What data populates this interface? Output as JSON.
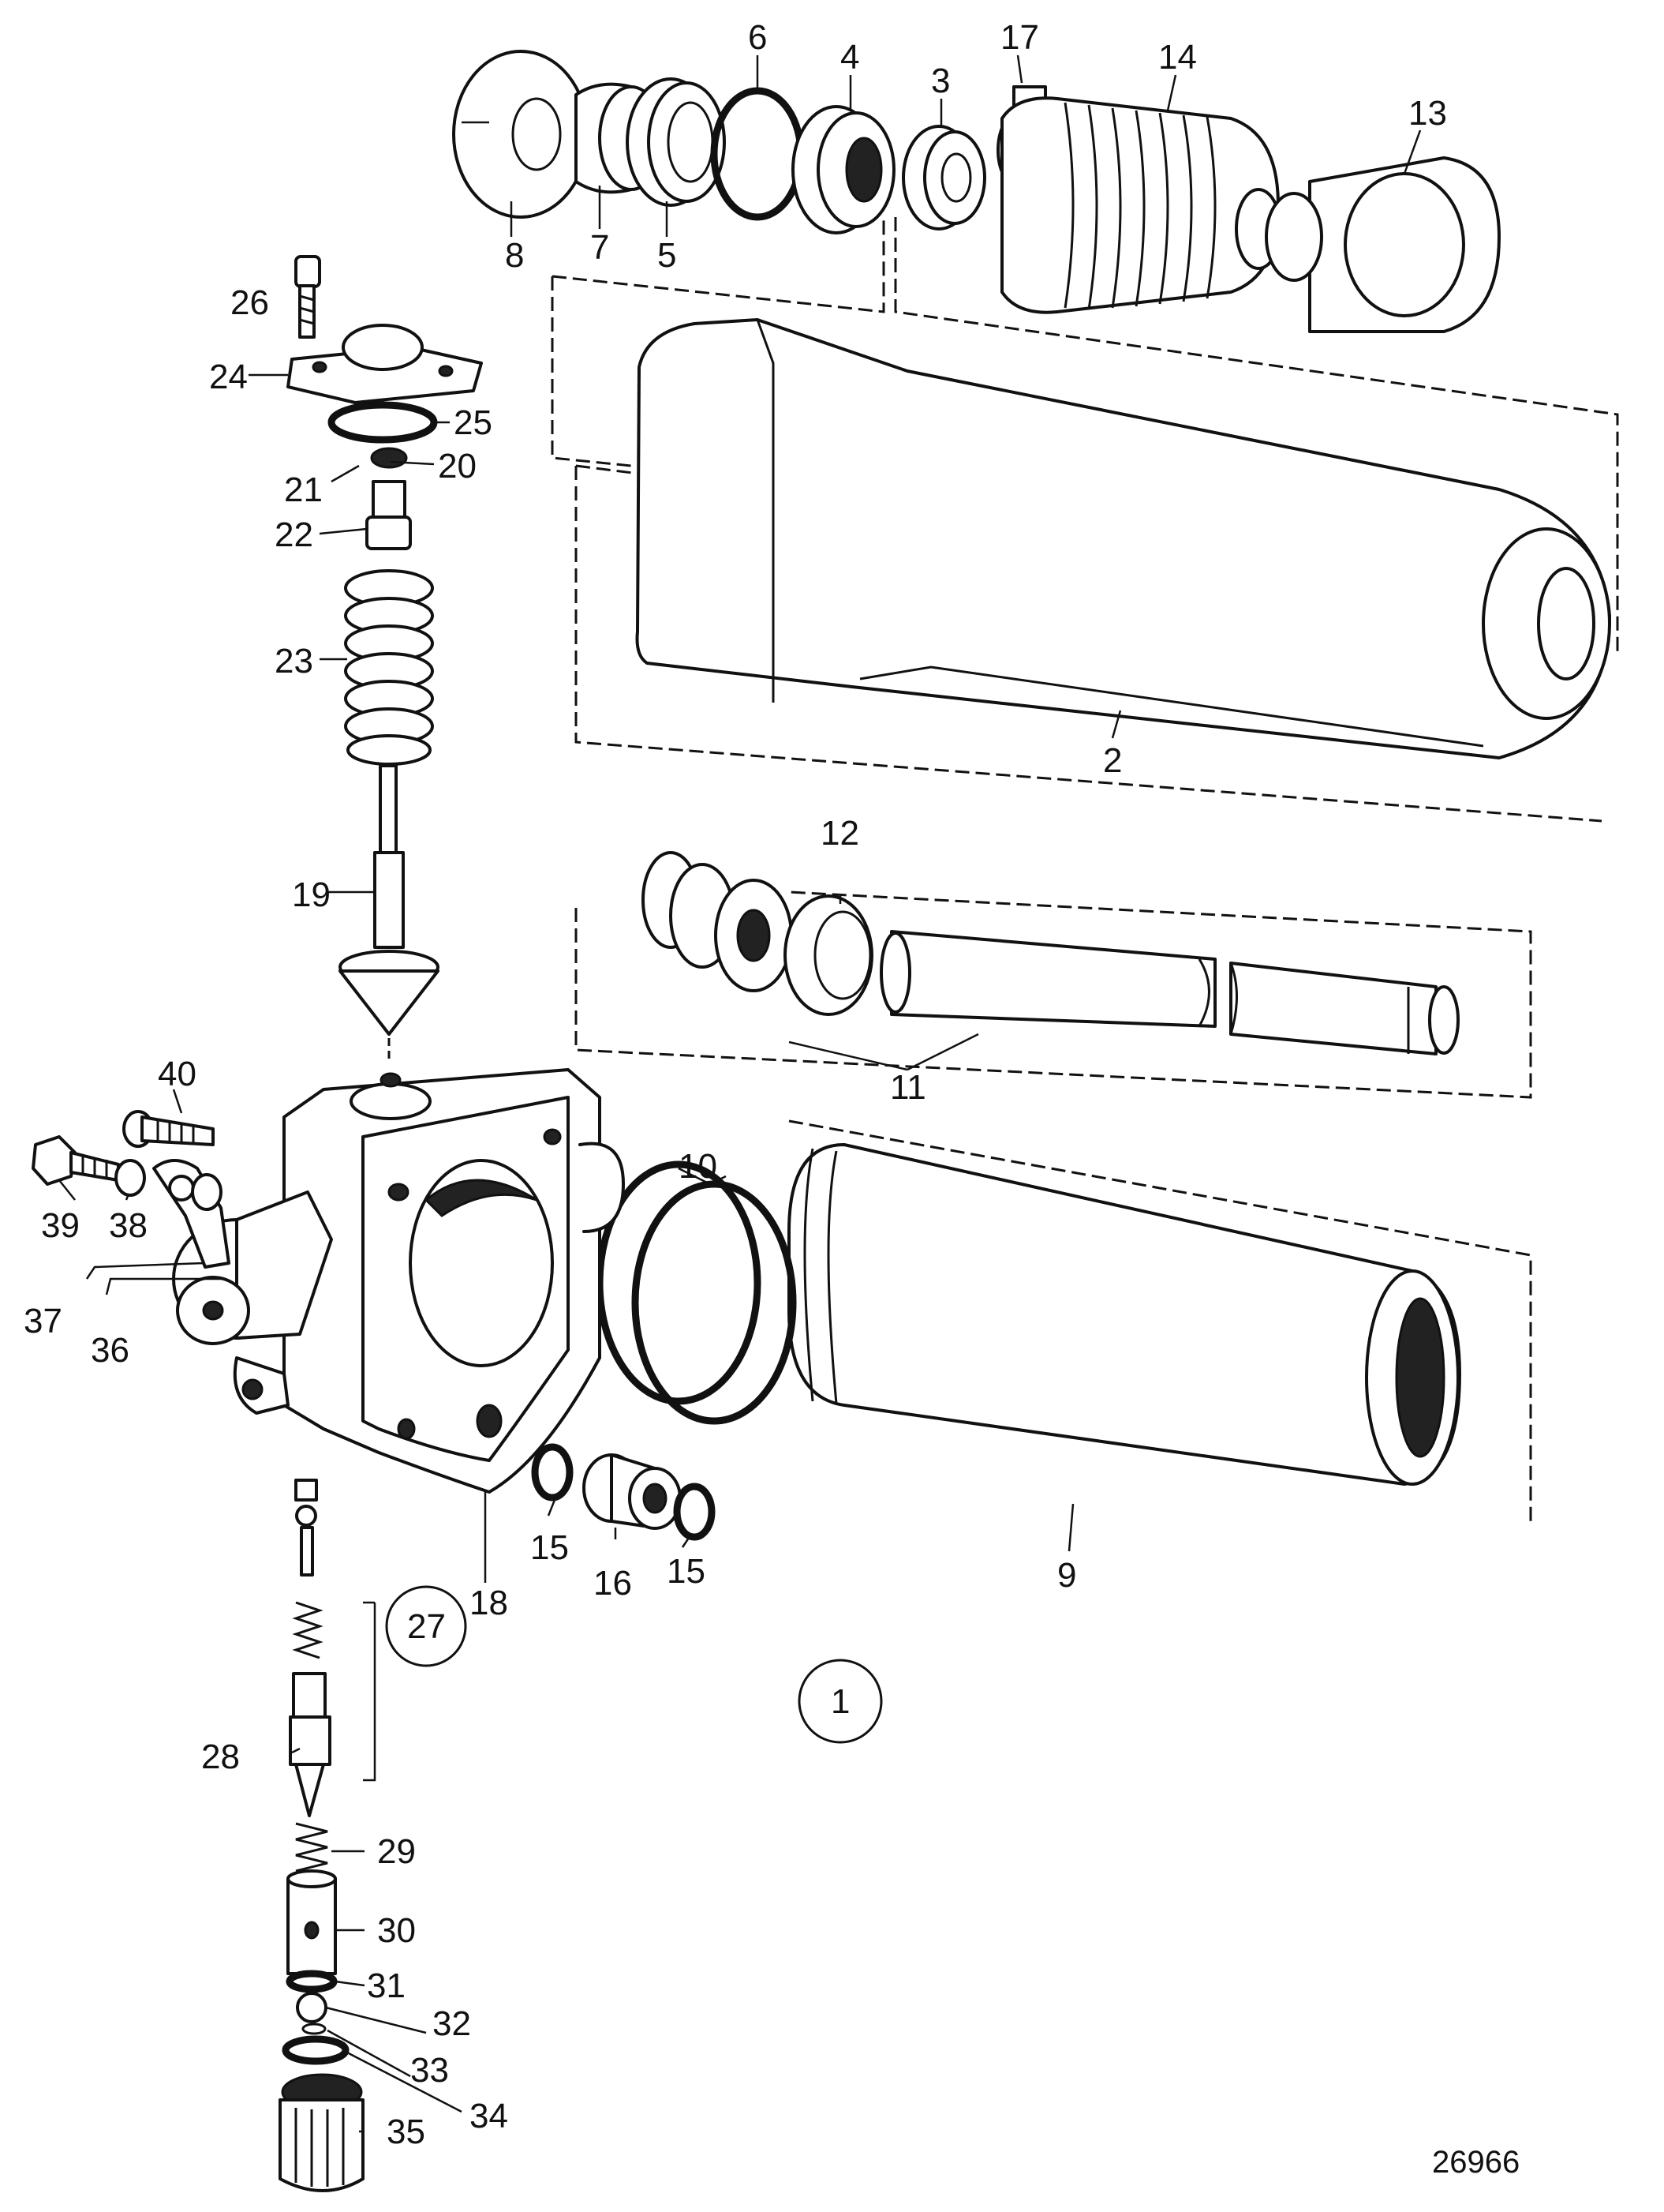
{
  "diagram": {
    "reference_number": "26966",
    "group_number": "1",
    "callouts": {
      "p2": "2",
      "p3": "3",
      "p4": "4",
      "p5": "5",
      "p6": "6",
      "p7": "7",
      "p8": "8",
      "p9": "9",
      "p10": "10",
      "p11": "11",
      "p12": "12",
      "p13": "13",
      "p14": "14",
      "p15a": "15",
      "p15b": "15",
      "p16": "16",
      "p17": "17",
      "p18": "18",
      "p19": "19",
      "p20": "20",
      "p21": "21",
      "p22": "22",
      "p23": "23",
      "p24": "24",
      "p25": "25",
      "p26": "26",
      "p27": "27",
      "p28": "28",
      "p29": "29",
      "p30": "30",
      "p31": "31",
      "p32": "32",
      "p33": "33",
      "p34": "34",
      "p35": "35",
      "p36": "36",
      "p37": "37",
      "p38": "38",
      "p39": "39",
      "p40": "40"
    }
  }
}
